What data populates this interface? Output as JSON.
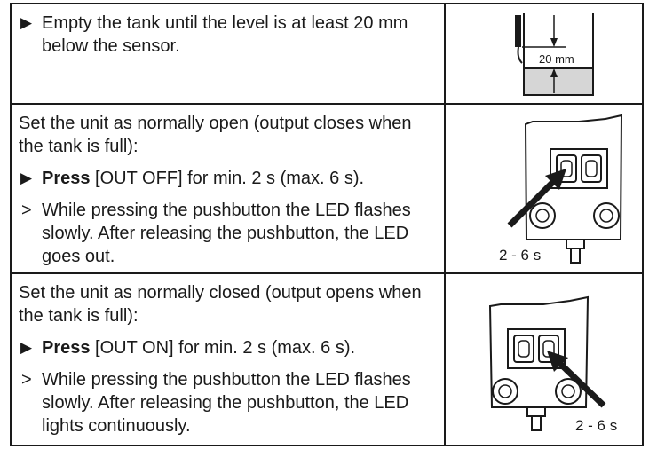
{
  "rows": [
    {
      "step_marker": "▶",
      "step_text": "Empty the tank until the level is at least 20 mm below the sensor.",
      "figure": {
        "dimension_label": "20 mm"
      }
    },
    {
      "intro": "Set the unit as normally open (output closes when the tank is full):",
      "step_marker": "▶",
      "step_bold": "Press",
      "step_rest": " [OUT OFF] for min. 2 s (max. 6 s).",
      "result_marker": ">",
      "result_text": "While pressing the pushbutton the LED flashes slowly. After releasing the pushbutton, the LED goes out.",
      "figure": {
        "time_label": "2 - 6 s"
      }
    },
    {
      "intro": "Set the unit as normally closed (output opens when the tank is full):",
      "step_marker": "▶",
      "step_bold": "Press",
      "step_rest": " [OUT ON] for min. 2 s (max. 6 s).",
      "result_marker": ">",
      "result_text": "While pressing the pushbutton the LED flashes slowly. After releasing the pushbutton, the LED lights continuously.",
      "figure": {
        "time_label": "2 - 6 s"
      }
    }
  ],
  "colors": {
    "border": "#1a1a1a",
    "liquid": "#d6d6d6"
  }
}
